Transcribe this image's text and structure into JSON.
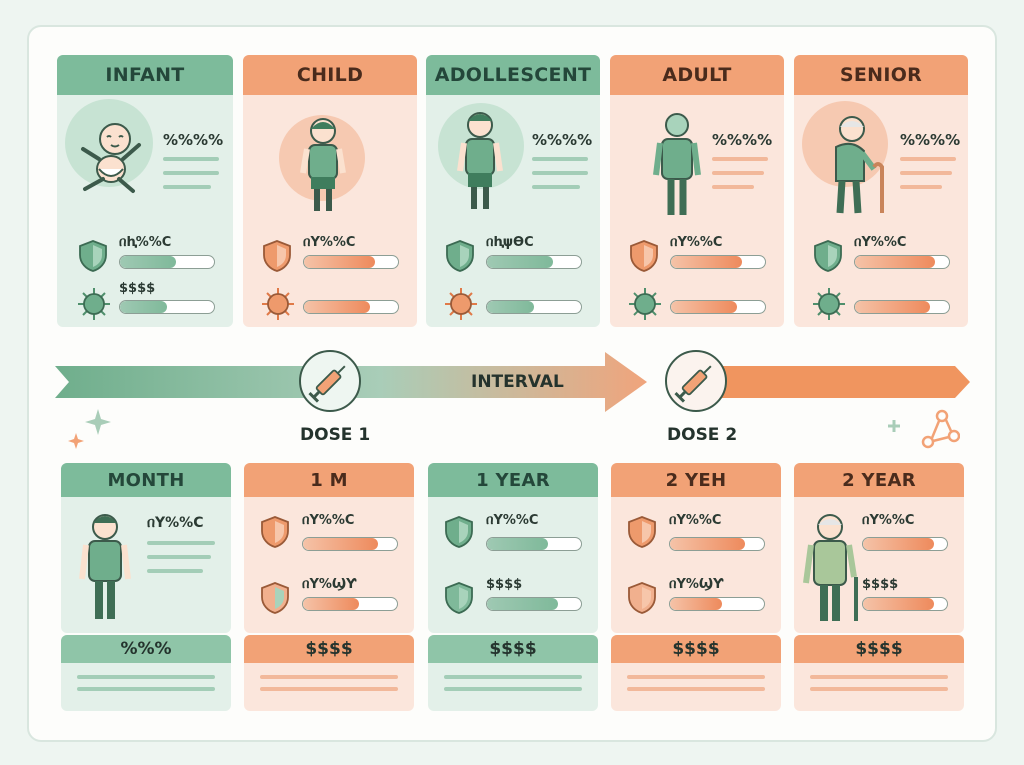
{
  "colors": {
    "green": "#7dbb9b",
    "orange": "#f2a276",
    "dark_green": "#4f8f6c",
    "dark_orange": "#e07a48"
  },
  "top_cards": [
    {
      "title": "INFANT",
      "pct": "%%%%",
      "m1": "በⱨ%%Ϲ",
      "m2": "$$$$",
      "p1": 0.6,
      "p2": 0.5,
      "theme": "green",
      "icon": "baby-icon"
    },
    {
      "title": "CHILD",
      "pct": "",
      "m1": "በY%%Ϲ",
      "m2": "",
      "p1": 0.75,
      "p2": 0.7,
      "theme": "orange",
      "icon": "child-icon"
    },
    {
      "title": "ADOLLESCENT",
      "pct": "%%%%",
      "m1": "በⱨψϴϹ",
      "m2": "",
      "p1": 0.7,
      "p2": 0.5,
      "theme": "green",
      "icon": "adolescent-icon"
    },
    {
      "title": "ADULT",
      "pct": "%%%%",
      "m1": "በY%%Ϲ",
      "m2": "",
      "p1": 0.75,
      "p2": 0.7,
      "theme": "orange",
      "icon": "adult-icon"
    },
    {
      "title": "SENIOR",
      "pct": "%%%%",
      "m1": "በY%%Ϲ",
      "m2": "",
      "p1": 0.85,
      "p2": 0.8,
      "theme": "orange",
      "icon": "senior-icon"
    }
  ],
  "timeline": {
    "interval": "INTERVAL",
    "dose1": "DOSE 1",
    "dose2": "DOSE 2"
  },
  "bottom_cards": [
    {
      "title": "MONTH",
      "m1": "በY%%Ϲ",
      "m2": "",
      "p1": 0,
      "p2": 0,
      "theme": "green",
      "icon": "person-icon"
    },
    {
      "title": "1 M",
      "m1": "በY%%Ϲ",
      "m2": "በY%ϢƳ",
      "p1": 0.8,
      "p2": 0.6,
      "theme": "orange",
      "icon": ""
    },
    {
      "title": "1 YEAR",
      "m1": "በY%%Ϲ",
      "m2": "$$$$",
      "p1": 0.65,
      "p2": 0.75,
      "theme": "green",
      "icon": ""
    },
    {
      "title": "2 YEH",
      "m1": "በY%%Ϲ",
      "m2": "በY%ϢƳ",
      "p1": 0.8,
      "p2": 0.55,
      "theme": "orange",
      "icon": ""
    },
    {
      "title": "2 YEAR",
      "m1": "በY%%Ϲ",
      "m2": "$$$$",
      "p1": 0.85,
      "p2": 0.85,
      "theme": "orange",
      "icon": "senior-icon"
    }
  ],
  "footers": [
    {
      "label": "%%%",
      "theme": "green"
    },
    {
      "label": "$$$$",
      "theme": "orange"
    },
    {
      "label": "$$$$",
      "theme": "green"
    },
    {
      "label": "$$$$",
      "theme": "orange"
    },
    {
      "label": "$$$$",
      "theme": "orange"
    }
  ]
}
